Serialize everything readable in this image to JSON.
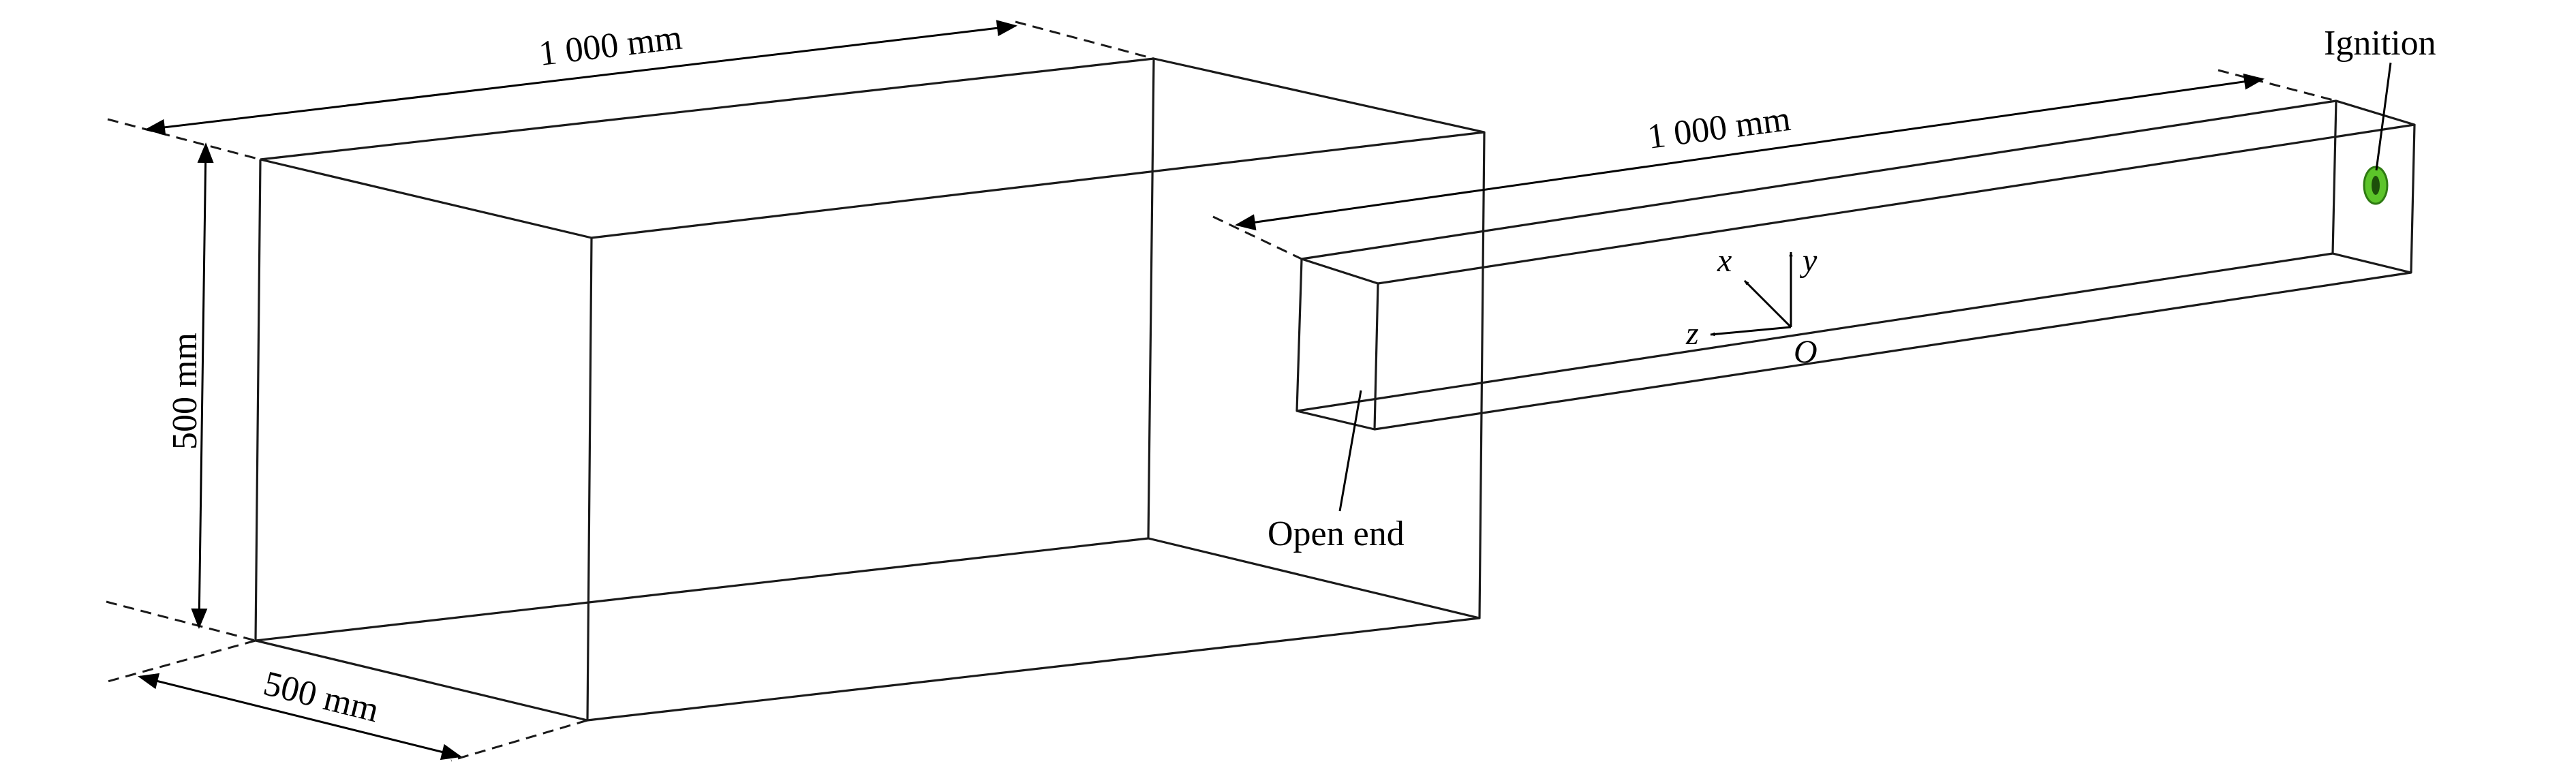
{
  "labels": {
    "large_box_length": "1 000 mm",
    "large_box_height": "500 mm",
    "large_box_width": "500 mm",
    "tube_length": "1 000 mm",
    "ignition": "Ignition",
    "open_end": "Open end"
  },
  "axes": {
    "x": "x",
    "y": "y",
    "z": "z",
    "origin": "O"
  },
  "colors": {
    "line": "#1a1a1a",
    "ignition_marker": "#5cc42a"
  }
}
